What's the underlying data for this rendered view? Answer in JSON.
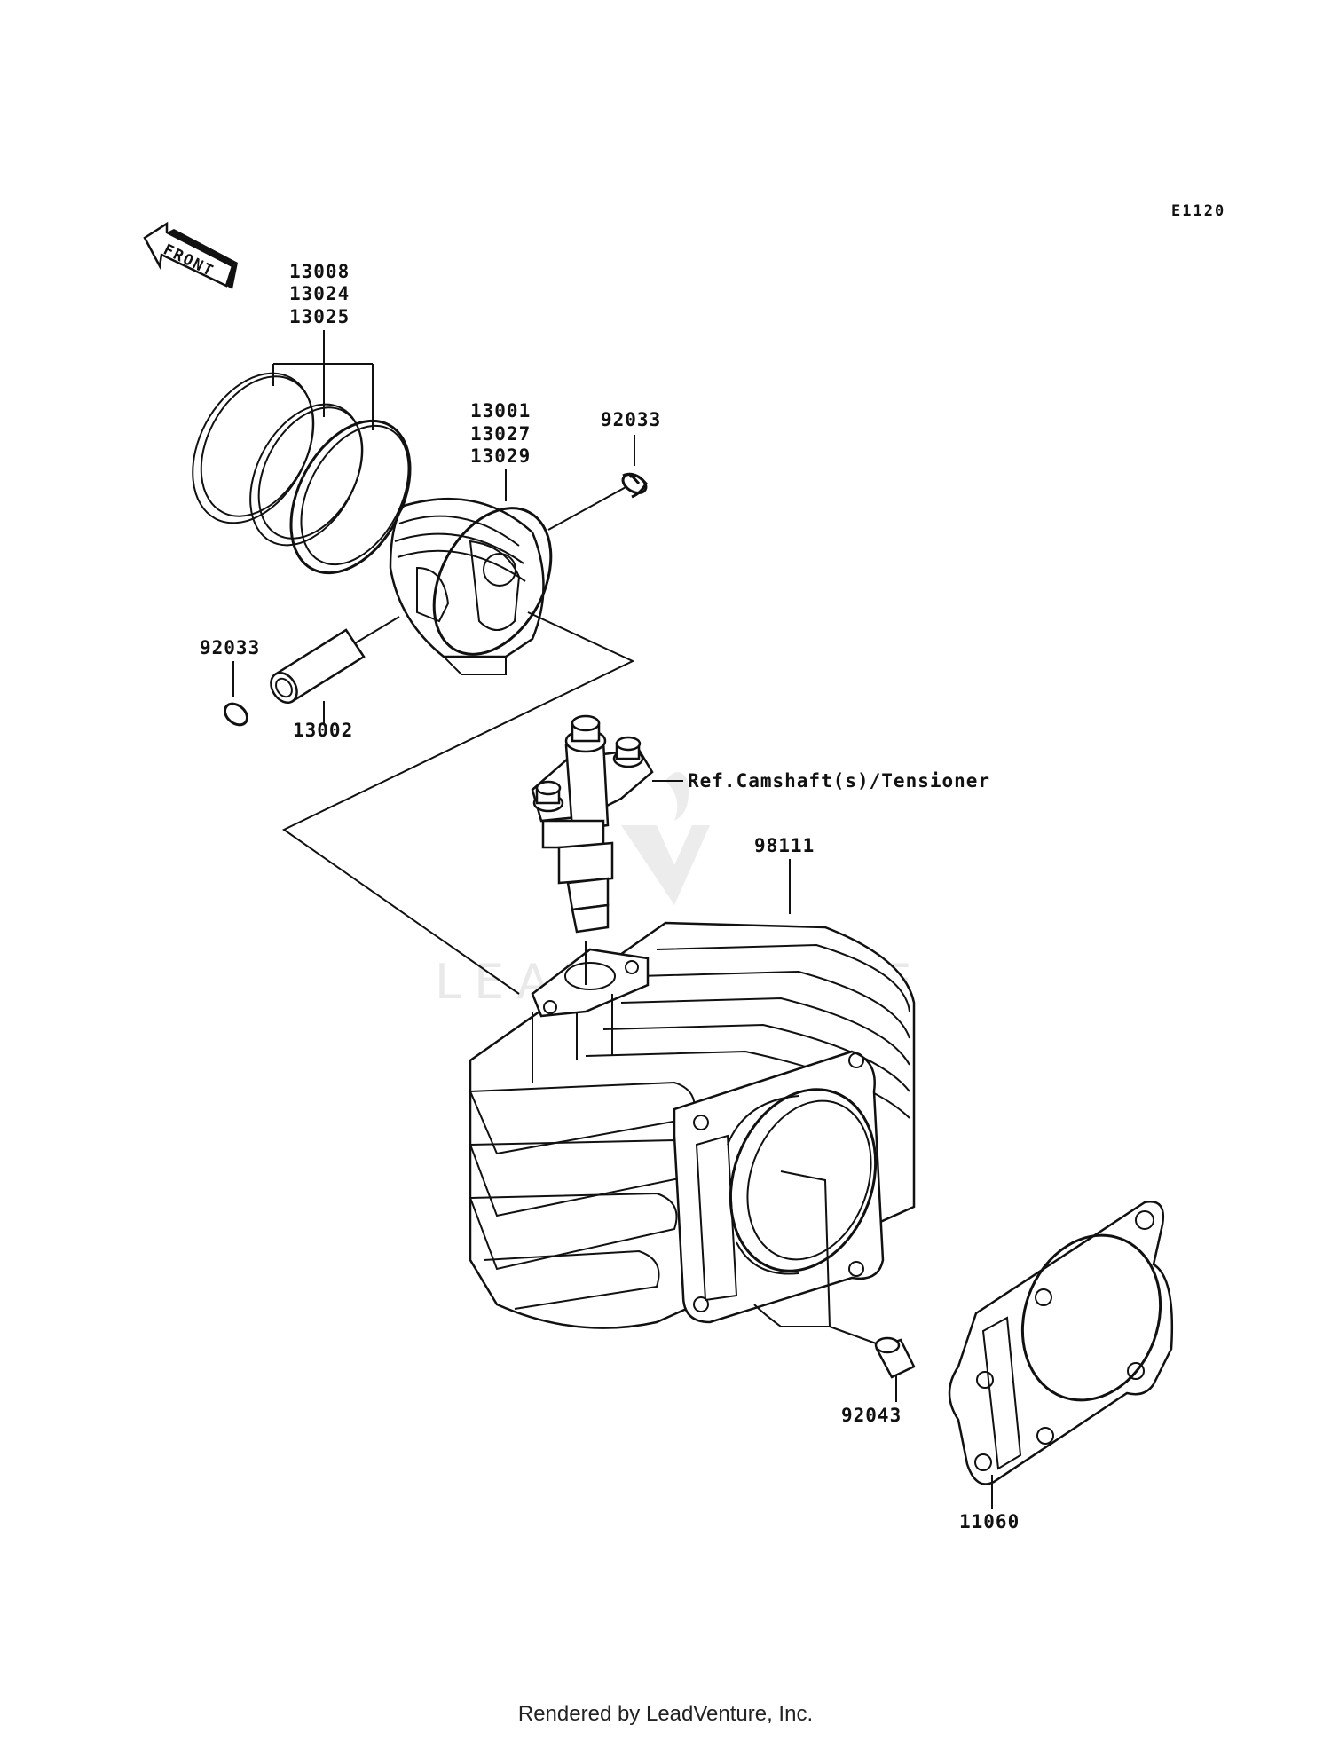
{
  "diagram_id": "E1120",
  "front_label": "FRONT",
  "watermark": "LEADVENTURE",
  "footer": "Rendered by LeadVenture, Inc.",
  "parts": {
    "rings": [
      "13008",
      "13024",
      "13025"
    ],
    "piston": [
      "13001",
      "13027",
      "13029"
    ],
    "clip_right": "92033",
    "clip_left": "92033",
    "pin": "13002",
    "tensioner_ref": "Ref.Camshaft(s)/Tensioner",
    "cylinder": "98111",
    "dowel": "92043",
    "gasket": "11060"
  }
}
